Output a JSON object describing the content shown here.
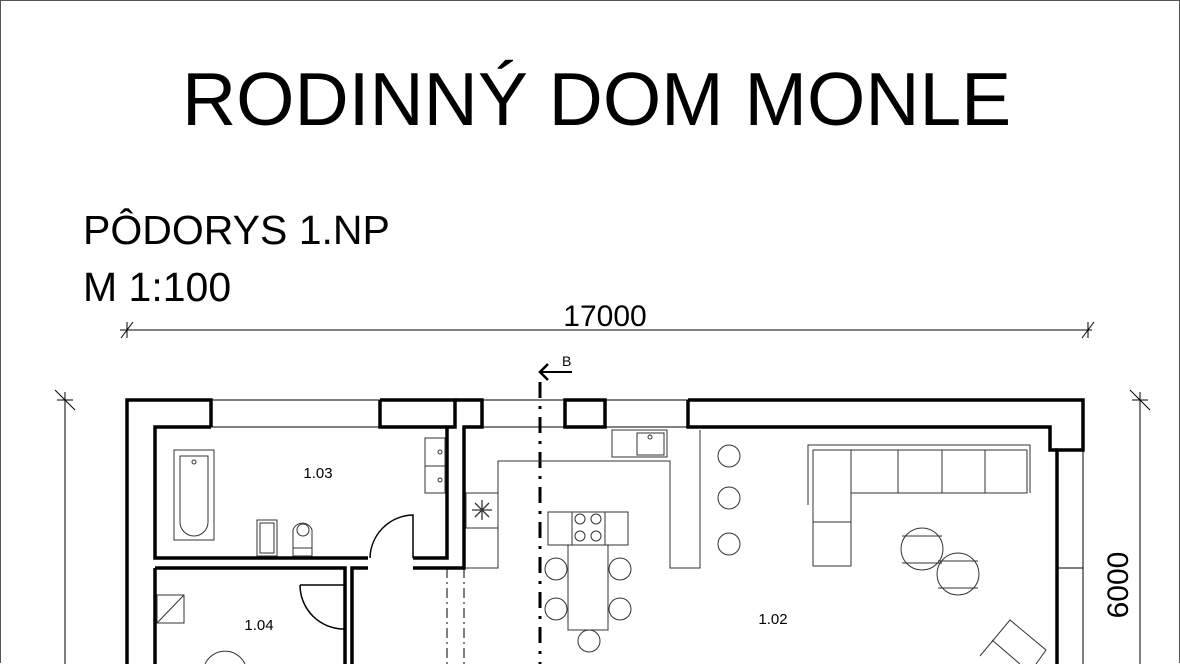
{
  "title": "RODINNÝ DOM MONLE",
  "subtitle": {
    "line1": "PÔDORYS 1.NP",
    "line2": "M 1:100"
  },
  "dimensions": {
    "width": "17000",
    "depth": "6000"
  },
  "section_marker": "B",
  "rooms": [
    {
      "label": "1.03"
    },
    {
      "label": "1.04"
    },
    {
      "label": "1.02"
    }
  ]
}
